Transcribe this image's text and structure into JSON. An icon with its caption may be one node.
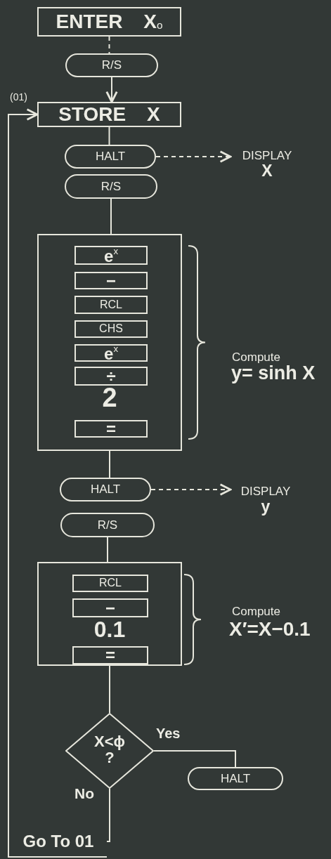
{
  "diagram": {
    "nodes": [
      {
        "text": [
          "ENTER X$_{o}$"
        ]
      },
      {
        "text": [
          "R/S"
        ]
      },
      {
        "text": [
          "STORE X"
        ]
      },
      {
        "text": [
          "HALT"
        ]
      },
      {
        "text": [
          "DISPLAY",
          "X"
        ]
      },
      {
        "text": [
          "R/S"
        ]
      },
      {
        "text": [
          "2"
        ]
      },
      {
        "text": [
          "e$^{x}$"
        ],
        "in": 6
      },
      {
        "text": [
          "−"
        ],
        "in": 6
      },
      {
        "text": [
          "RCL"
        ],
        "in": 6
      },
      {
        "text": [
          "CHS"
        ],
        "in": 6
      },
      {
        "text": [
          "e$^{x}$"
        ],
        "in": 6
      },
      {
        "text": [
          "÷"
        ],
        "in": 6
      },
      {
        "text": [
          "="
        ],
        "in": 6
      },
      {
        "text": [
          "HALT"
        ]
      },
      {
        "text": [
          "DISPLAY",
          "y"
        ]
      },
      {
        "text": [
          "R/S"
        ]
      },
      {
        "text": [
          "0.1"
        ]
      },
      {
        "text": [
          "RCL"
        ],
        "in": 17
      },
      {
        "text": [
          "−"
        ],
        "in": 17
      },
      {
        "text": [
          "="
        ],
        "in": 17
      },
      {
        "text": [
          "X<ϕ ?"
        ]
      },
      {
        "text": [
          "HALT"
        ]
      },
      {
        "text": [
          "Go To 01"
        ]
      }
    ],
    "edges": [
      {
        "from": 0,
        "to": 1,
        "arrow": "none",
        "style": "dashed"
      },
      {
        "from": 1,
        "to": 2,
        "arrow": "to"
      },
      {
        "from": 2,
        "to": 3,
        "arrow": "none"
      },
      {
        "from": 3,
        "to": 4,
        "arrow": "to",
        "style": "dashed"
      },
      {
        "from": 5,
        "to": 6,
        "arrow": "none"
      },
      {
        "from": 6,
        "to": 14,
        "arrow": "none"
      },
      {
        "from": 14,
        "to": 15,
        "arrow": "to",
        "style": "dashed"
      },
      {
        "from": 16,
        "to": 17,
        "arrow": "none"
      },
      {
        "from": 17,
        "to": 21,
        "arrow": "none"
      },
      {
        "from": 21,
        "to": 22,
        "arrow": "none",
        "label": "Yes"
      },
      {
        "from": 21,
        "to": 23,
        "arrow": "none",
        "label": "No"
      },
      {
        "from": 23,
        "to": 2,
        "arrow": "to",
        "label": "(01)"
      }
    ],
    "labels": [
      "Compute",
      "y= sinh X",
      "Compute",
      "X′=X−0.1"
    ]
  }
}
